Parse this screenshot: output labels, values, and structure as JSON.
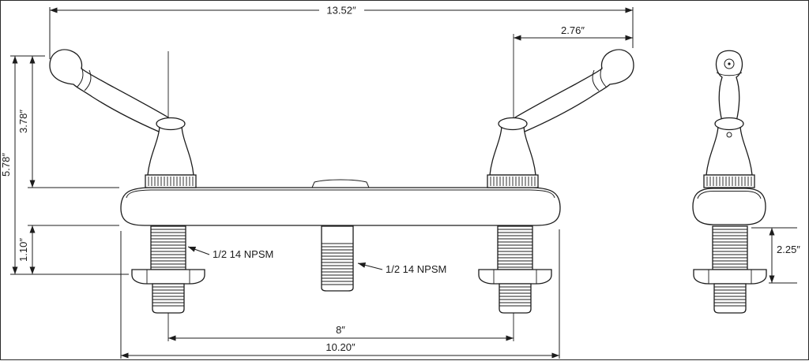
{
  "canvas": {
    "background": "#ffffff",
    "line_color": "#1c1c1c"
  },
  "drawing": {
    "dimensions": {
      "overall_width": "13.52″",
      "handle_offset": "2.76″",
      "handle_height": "3.78″",
      "overall_height": "5.78″",
      "deck_to_nut": "1.10″",
      "centers_spacing": "8″",
      "base_width": "10.20″",
      "side_shank_length": "2.25″"
    },
    "labels": {
      "left_thread": "1/2 14 NPSM",
      "center_thread": "1/2 14 NPSM"
    }
  }
}
